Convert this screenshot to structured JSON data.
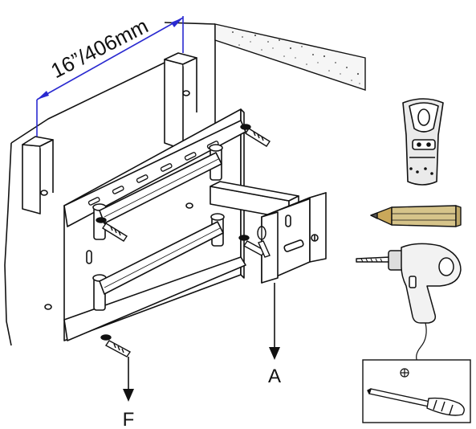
{
  "dimension_label": "16”/406mm",
  "callouts": {
    "a": "A",
    "f": "F"
  },
  "tools": [
    "stud-finder",
    "pencil",
    "drill",
    "screwdriver"
  ],
  "colors": {
    "dimension_line": "#2a2ad0",
    "line": "#111111",
    "pencil_wood": "#d6c48a",
    "pencil_tip": "#caa85a",
    "drill_body": "#f2f2f2",
    "stud_finder": "#eaeaea"
  }
}
